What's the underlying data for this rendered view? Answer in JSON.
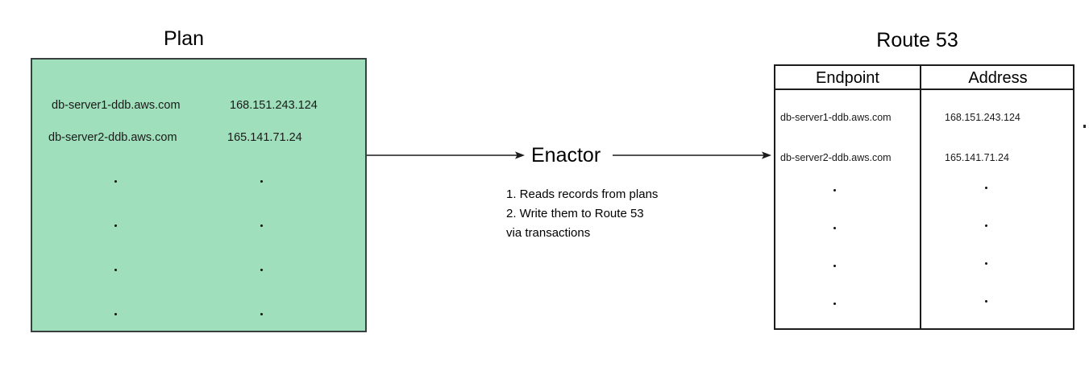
{
  "plan": {
    "title": "Plan",
    "box_color": "#9FDFBB",
    "border_color": "#3a3f3f",
    "rows": [
      {
        "endpoint": "db-server1-ddb.aws.com",
        "address": "168.151.243.124"
      },
      {
        "endpoint": "db-server2-ddb.aws.com",
        "address": "165.141.71.24"
      }
    ],
    "continuation": "vertical-ellipsis"
  },
  "enactor": {
    "label": "Enactor",
    "notes": "1. Reads records from plans\n2. Write them to Route 53\nvia transactions",
    "notes_lines": [
      "1. Reads records from plans",
      "2. Write them to Route 53",
      "via transactions"
    ]
  },
  "flow": {
    "arrow_in_label": "",
    "arrow_out_label": "",
    "arrow_color": "#1c1c1c"
  },
  "route53": {
    "title": "Route 53",
    "columns": [
      "Endpoint",
      "Address"
    ],
    "rows": [
      {
        "endpoint": "db-server1-ddb.aws.com",
        "address": "168.151.243.124"
      },
      {
        "endpoint": "db-server2-ddb.aws.com",
        "address": "165.141.71.24"
      }
    ],
    "continuation": "vertical-ellipsis",
    "border_color": "#1c1c1c"
  }
}
